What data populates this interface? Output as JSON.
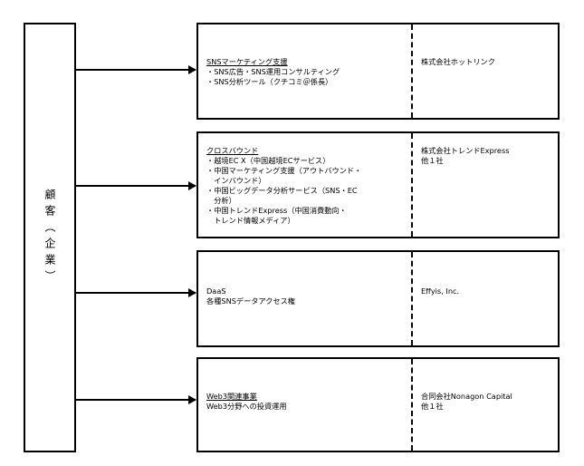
{
  "customer": {
    "label": "顧客（企業）"
  },
  "services": [
    {
      "title": "SNSマーケティング支援",
      "lines": [
        "・SNS広告・SNS運用コンサルティング",
        "・SNS分析ツール（クチコミ＠係長）"
      ],
      "company": [
        "株式会社ホットリンク"
      ]
    },
    {
      "title": "クロスバウンド",
      "lines": [
        "・越境EC X（中国越境ECサービス）",
        "・中国マーケティング支援（アウトバウンド・",
        "　インバウンド）",
        "・中国ビッグデータ分析サービス（SNS・EC",
        "　分析）",
        "・中国トレンドExpress（中国消費動向・",
        "　トレンド情報メディア）"
      ],
      "company": [
        "株式会社トレンドExpress",
        "他１社"
      ]
    },
    {
      "title": "DaaS",
      "lines": [
        "各種SNSデータアクセス権"
      ],
      "company": [
        "Effyis, Inc."
      ]
    },
    {
      "title": "Web3関連事業",
      "lines": [
        "Web3分野への投資運用"
      ],
      "company": [
        "合同会社Nonagon Capital",
        "他１社"
      ]
    }
  ]
}
